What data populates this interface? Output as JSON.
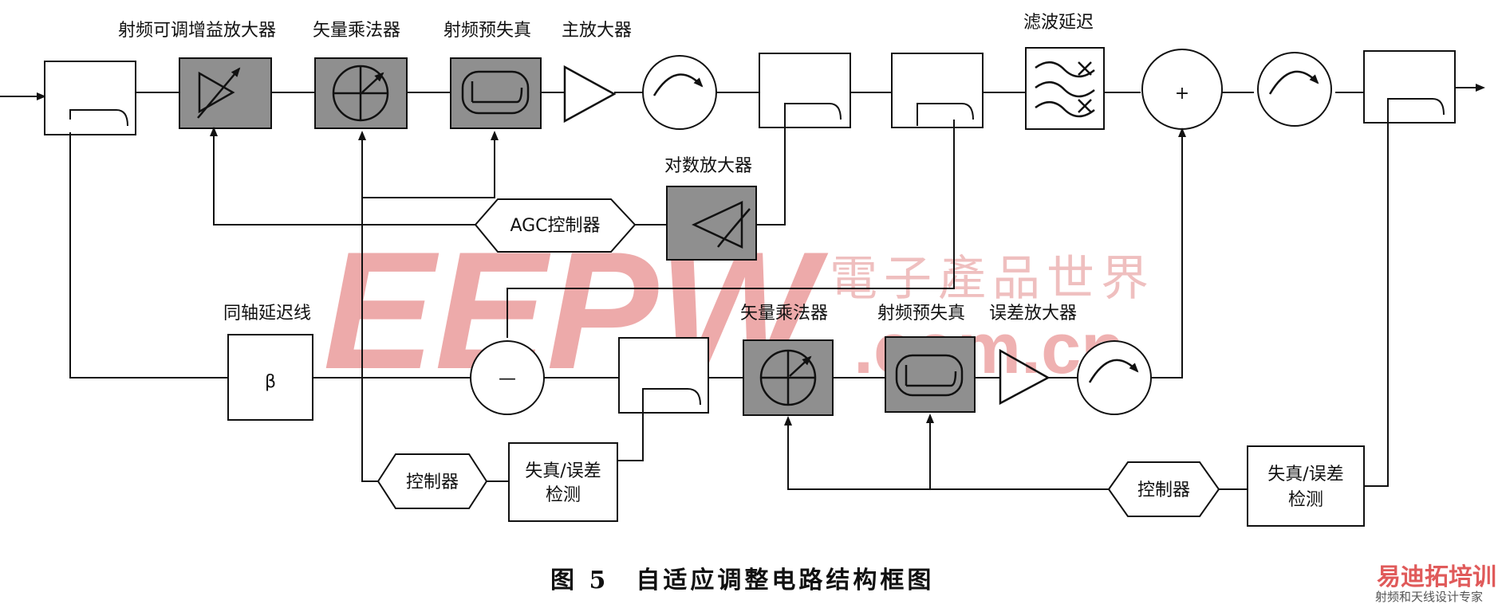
{
  "labels": {
    "rf_vga": "射频可调增益放大器",
    "vector_mult_top": "矢量乘法器",
    "rf_predistort_top": "射频预失真",
    "main_amp": "主放大器",
    "filter_delay": "滤波延迟",
    "log_amp": "对数放大器",
    "agc_controller": "AGC控制器",
    "coax_delay": "同轴延迟线",
    "vector_mult_bottom": "矢量乘法器",
    "rf_predistort_bottom": "射频预失真",
    "error_amp": "误差放大器",
    "controller_left": "控制器",
    "controller_right": "控制器",
    "detect_left_1": "失真/误差",
    "detect_left_2": "检测",
    "detect_right_1": "失真/误差",
    "detect_right_2": "检测",
    "beta_symbol": "β",
    "plus_symbol": "+",
    "minus_symbol": "—"
  },
  "caption": "图 5　自适应调整电路结构框图",
  "watermark": {
    "brand": "EEPW",
    "brand_cn": "電子產品世界",
    "domain": ".com.cn"
  },
  "corner_logo": {
    "name": "易迪拓培训",
    "tagline": "射频和天线设计专家"
  },
  "colors": {
    "dark_block": "#8f8f8f",
    "watermark": "#e06666",
    "line": "#111111"
  }
}
